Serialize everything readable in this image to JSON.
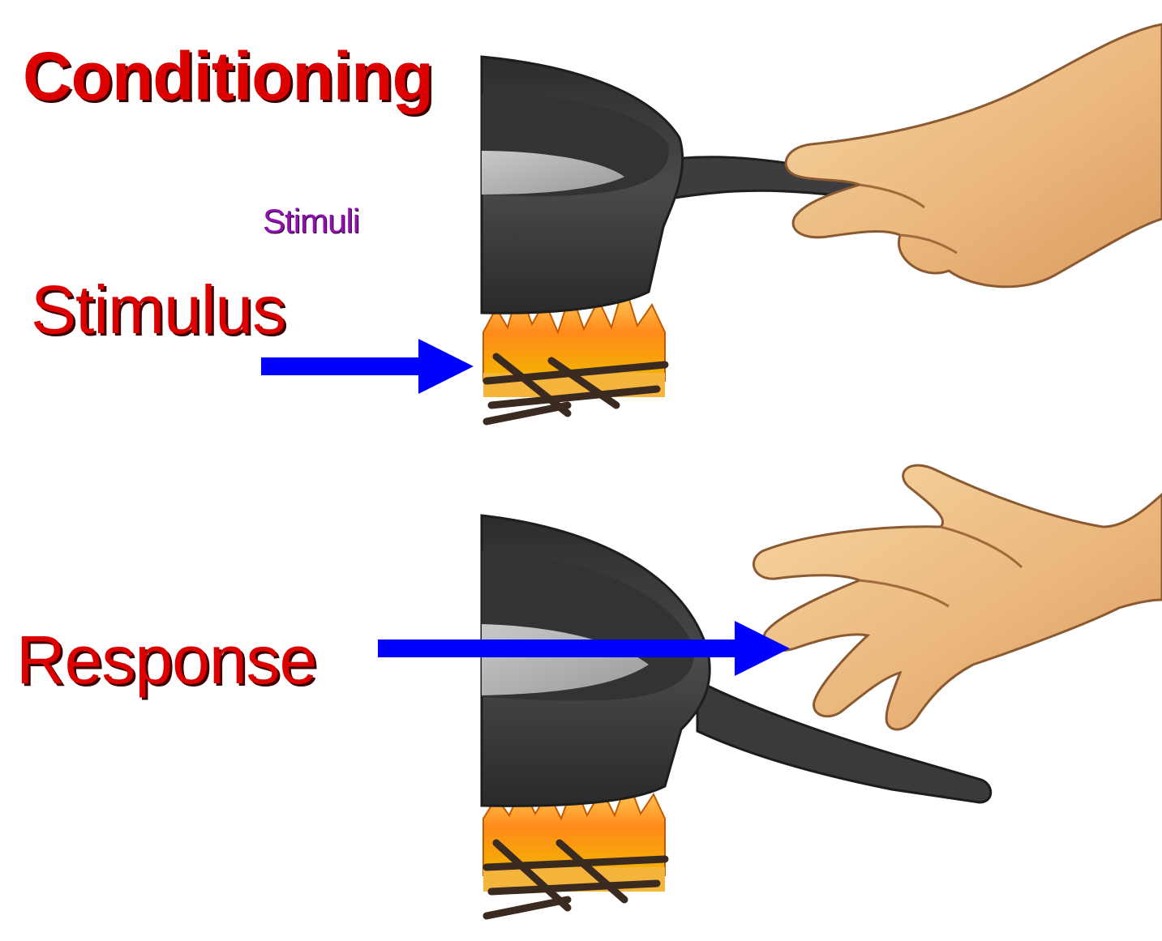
{
  "labels": {
    "title": "Conditioning",
    "stimuli": "Stimuli",
    "stimulus": "Stimulus",
    "response": "Response"
  },
  "colors": {
    "label_red": "#dd0000",
    "stimuli_purple": "#9010b0",
    "arrow_blue": "#0000ff",
    "pan": "#3a3a3c",
    "skin": "#f0c48a",
    "flame": "#ff9a1a"
  },
  "icons": [
    "frying-pan-icon",
    "hand-icon",
    "fire-icon",
    "arrow-icon"
  ]
}
